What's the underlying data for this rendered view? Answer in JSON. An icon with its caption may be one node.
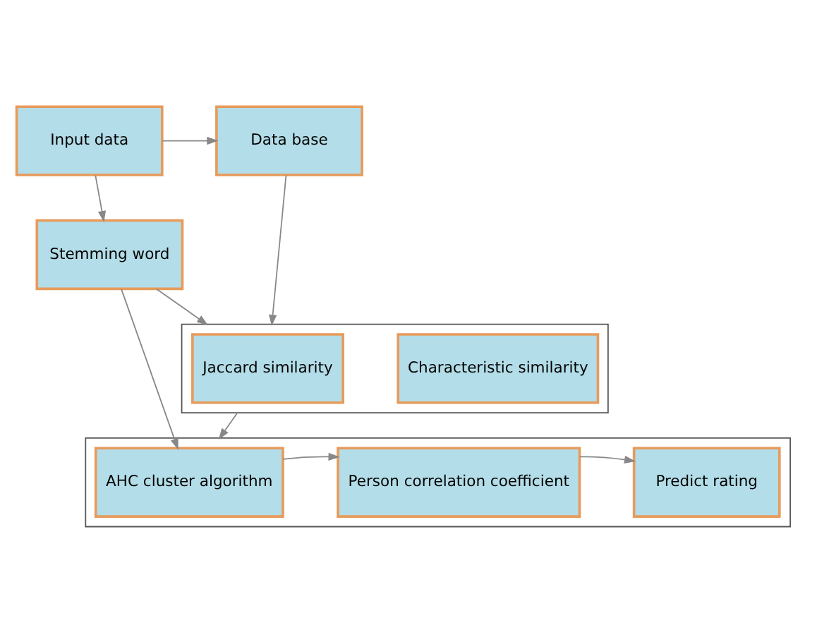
{
  "diagram": {
    "nodes": [
      {
        "text": [
          "Input data"
        ]
      },
      {
        "text": [
          "Data base"
        ]
      },
      {
        "text": [
          "Stemming word"
        ]
      },
      {
        "text": [],
        "shape": "box"
      },
      {
        "text": [
          "Jaccard similarity"
        ],
        "in": 3
      },
      {
        "text": [
          "Characteristic similarity"
        ],
        "in": 3
      },
      {
        "text": [],
        "shape": "box"
      },
      {
        "text": [
          "AHC cluster algorithm"
        ],
        "in": 6
      },
      {
        "text": [
          "Person correlation coefficient"
        ],
        "in": 6
      },
      {
        "text": [
          "Predict rating"
        ],
        "in": 6
      }
    ],
    "edges": [
      {
        "from": 0,
        "to": 1,
        "arrow": "to"
      },
      {
        "from": 0,
        "to": 2,
        "arrow": "to"
      },
      {
        "from": 1,
        "to": 3,
        "arrow": "to"
      },
      {
        "from": 2,
        "to": 3,
        "arrow": "to"
      },
      {
        "from": 3,
        "to": 6,
        "arrow": "to"
      },
      {
        "from": 2,
        "to": 7,
        "arrow": "to"
      },
      {
        "from": 7,
        "to": 8,
        "arrow": "to"
      },
      {
        "from": 8,
        "to": 9,
        "arrow": "to"
      }
    ]
  }
}
